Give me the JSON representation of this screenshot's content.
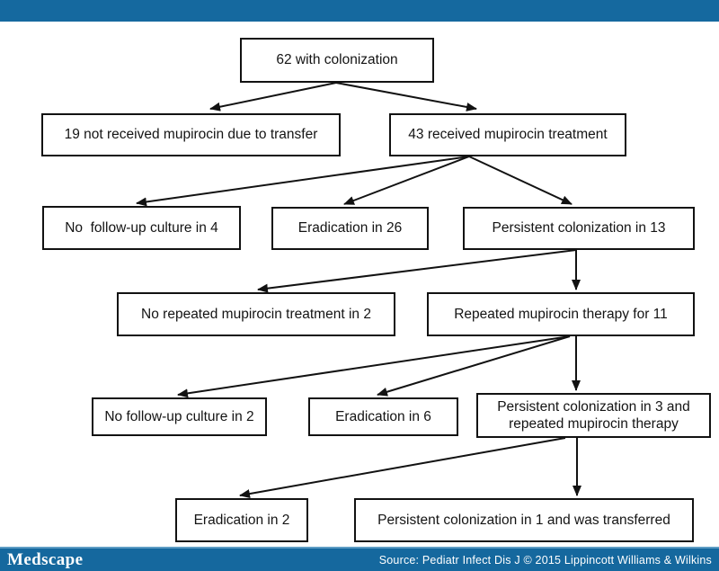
{
  "colors": {
    "bar_blue": "#15699f",
    "box_border": "#121212",
    "arrow": "#121212",
    "background": "#ffffff"
  },
  "flowchart": {
    "nodes": {
      "n62": {
        "label": "62 with colonization"
      },
      "n19": {
        "label": "19 not received mupirocin due to transfer"
      },
      "n43": {
        "label": "43 received mupirocin treatment"
      },
      "nnofu4": {
        "label": "No  follow-up culture in 4"
      },
      "nerad26": {
        "label": "Eradication in 26"
      },
      "npers13": {
        "label": "Persistent colonization in 13"
      },
      "nnorep2": {
        "label": "No repeated mupirocin treatment in 2"
      },
      "nrep11": {
        "label": "Repeated mupirocin therapy for 11"
      },
      "nnofu2": {
        "label": "No follow-up culture in 2"
      },
      "nerad6": {
        "label": "Eradication in 6"
      },
      "npers3": {
        "label": "Persistent colonization in 3 and repeated mupirocin therapy"
      },
      "nerad2": {
        "label": "Eradication in 2"
      },
      "npers1": {
        "label": "Persistent colonization in 1 and was transferred"
      }
    },
    "edges": [
      {
        "from": "n62",
        "to": "n19"
      },
      {
        "from": "n62",
        "to": "n43"
      },
      {
        "from": "n43",
        "to": "nnofu4"
      },
      {
        "from": "n43",
        "to": "nerad26"
      },
      {
        "from": "n43",
        "to": "npers13"
      },
      {
        "from": "npers13",
        "to": "nnorep2"
      },
      {
        "from": "npers13",
        "to": "nrep11"
      },
      {
        "from": "nrep11",
        "to": "nnofu2"
      },
      {
        "from": "nrep11",
        "to": "nerad6"
      },
      {
        "from": "nrep11",
        "to": "npers3"
      },
      {
        "from": "npers3",
        "to": "nerad2"
      },
      {
        "from": "npers3",
        "to": "npers1"
      }
    ]
  },
  "footer": {
    "logo_text": "Medscape",
    "source_text": "Source: Pediatr Infect Dis J © 2015 Lippincott Williams & Wilkins"
  }
}
